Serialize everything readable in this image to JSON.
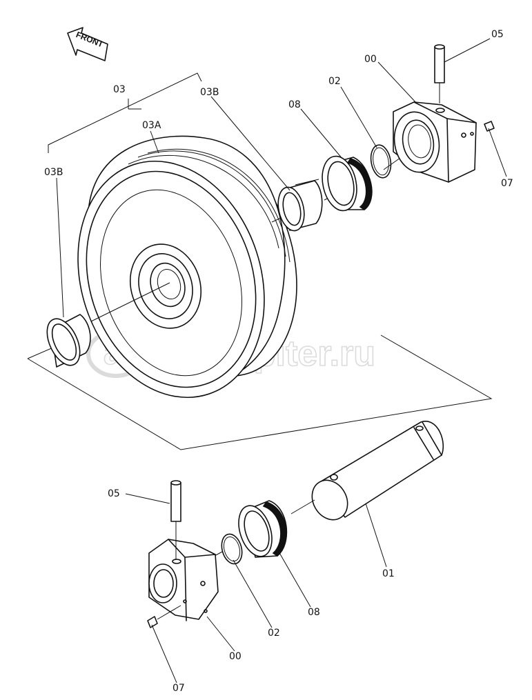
{
  "front_arrow": {
    "text": "FRONT"
  },
  "watermark": {
    "text": "autopiter.ru",
    "logo": "a>"
  },
  "labels": {
    "upper_05": "05",
    "upper_00": "00",
    "upper_02": "02",
    "upper_08": "08",
    "upper_07": "07",
    "assy_03": "03",
    "wheel_03A": "03A",
    "bush_03B_right": "03B",
    "bush_03B_left": "03B",
    "lower_05": "05",
    "lower_00": "00",
    "lower_02": "02",
    "lower_08": "08",
    "lower_07": "07",
    "shaft_01": "01"
  }
}
